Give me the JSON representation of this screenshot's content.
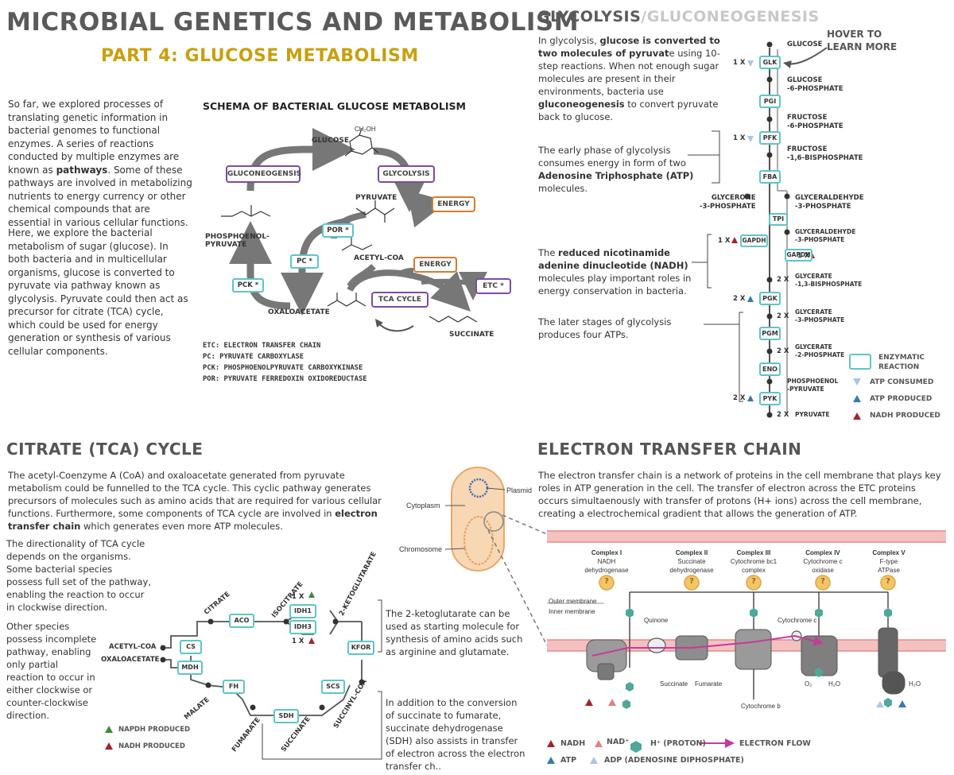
{
  "header": {
    "title": "MICROBIAL GENETICS AND METABOLISM",
    "subtitle": "PART 4: GLUCOSE METABOLISM"
  },
  "intro": {
    "p1_a": "So far, we explored processes of translating genetic information in bacterial genomes to functional enzymes. A series of reactions conducted by multiple enzymes are known as ",
    "p1_b": "pathways",
    "p1_c": ". Some of these pathways are involved in metabolizing nutrients to energy currency or other chemical compounds that are essential in various cellular functions.",
    "p2": "Here, we explore the bacterial metabolism of sugar (glucose). In both bacteria and in multicellular organisms, glucose is converted to pyruvate via pathway known as glycolysis. Pyruvate could then act as precursor for citrate (TCA) cycle, which could be used for energy generation or synthesis of various cellular components."
  },
  "schema": {
    "title": "SCHEMA OF BACTERIAL GLUCOSE METABOLISM",
    "glucose": "GLUCOSE",
    "pyruvate": "PYRUVATE",
    "acetyl": "ACETYL-COA",
    "pep": "PHOSPHOENOL-\nPYRUVATE",
    "oxalo": "OXALOACETATE",
    "succinate": "SUCCINATE",
    "gluconeo_box": "GLUCONEOGENSIS",
    "glycolysis_box": "GLYCOLYSIS",
    "energy1": "ENERGY",
    "energy2": "ENERGY",
    "etc": "ETC *",
    "tca": "TCA CYCLE",
    "por": "POR *",
    "pc": "PC *",
    "pck": "PCK *",
    "legend": [
      "ETC: ELECTRON TRANSFER CHAIN",
      "PC: PYRUVATE CARBOXYLASE",
      "PCK: PHOSPHOENOLPYRUVATE CARBOXYKINASE",
      "POR: PYRUVATE FERREDOXIN OXIDOREDUCTASE"
    ]
  },
  "glyco": {
    "title_a": "GLYCOLYSIS",
    "title_b": "/GLUCONEOGENESIS",
    "text1_a": "In glycolysis, ",
    "text1_b": "glucose is converted to two molecules of pyruvat",
    "text1_c": "e using 10-step reactions. When not enough sugar molecules are present in their environments, bacteria use ",
    "text1_d": "gluconeogenesis",
    "text1_e": " to convert pyruvate back to glucose.",
    "text2_a": "The early phase of glycolysis consumes energy in form of two ",
    "text2_b": "Adenosine Triphosphate (ATP)",
    "text2_c": " molecules.",
    "text3_a": "The ",
    "text3_b": "reduced nicotinamide adenine dinucleotide (NADH)",
    "text3_c": " molecules play important roles in energy conservation in bacteria.",
    "text4": "The later stages of glycolysis produces four ATPs.",
    "hover": "HOVER TO\nLEARN MORE",
    "enzymes": [
      "GLK",
      "PGI",
      "PFK",
      "FBA",
      "TPI",
      "GAPDH",
      "GAPDH",
      "PGK",
      "PGM",
      "ENO",
      "PYK"
    ],
    "metabolites": {
      "glucose": "GLUCOSE",
      "g6p": "GLUCOSE\n-6-PHOSPHATE",
      "f6p": "FRUCTOSE\n-6-PHOSPHATE",
      "f16": "FRUCTOSE\n-1,6-BISPHOSPHATE",
      "dhap": "GLYCERONE\n-3-PHOSPHATE",
      "gap": "GLYCERALDEHYDE\n-3-PHOSPHATE",
      "gap2": "GLYCERALDEHYDE\n-3-PHOSPHATE",
      "bpg": "GLYCERATE\n-1,3-BISPHOSPHATE",
      "g3p": "GLYCERATE\n-3-PHOSPHATE",
      "g2p": "GLYCERATE\n-2-PHOSPHATE",
      "pep": "PHOSPHOENOL\n-PYRUVATE",
      "pyr": "PYRUVATE"
    },
    "mult": {
      "one": "1 X",
      "two": "2 X"
    },
    "legend": {
      "enz": "ENZYMATIC\nREACTION",
      "consumed": "ATP CONSUMED",
      "produced": "ATP PRODUCED",
      "nadh": "NADH PRODUCED"
    }
  },
  "tca": {
    "title": "CITRATE (TCA) CYCLE",
    "p1_a": "The acetyl-Coenzyme A (CoA) and oxaloacetate generated from pyruvate metabolism could be funnelled to the TCA cycle. This cyclic pathway generates precursors of molecules such as amino acids that are required for various cellular functions. Furthermore, some components of TCA cycle are involved in ",
    "p1_b": "electron transfer chain",
    "p1_c": " which generates even more ATP molecules.",
    "p2": "The directionality of TCA cycle depends on the organisms. Some bacterial species possess full set of the pathway, enabling the reaction to occur in clockwise direction.",
    "p3": "Other species possess incomplete pathway, enabling only partial reaction to occur in either clockwise or counter-clockwise direction.",
    "note1": "The 2-ketoglutarate can be used as starting molecule for synthesis of amino acids such as arginine and glutamate.",
    "note2": "In addition to the conversion of succinate to fumarate, succinate dehydrogenase (SDH) also assists in transfer of electron across the electron transfer ch..",
    "enzymes": {
      "cs": "CS",
      "aco": "ACO",
      "idh1": "IDH1",
      "idh3": "IDH3",
      "kfor": "KFOR",
      "scs": "SCS",
      "sdh": "SDH",
      "fh": "FH",
      "mdh": "MDH"
    },
    "mets": {
      "acetyl": "ACETYL-COA",
      "oxalo": "OXALOACETATE",
      "citrate": "CITRATE",
      "isocitrate": "ISOCITRATE",
      "keto": "2-KETOGLUTARATE",
      "succoa": "SUCCINYL-COA",
      "succinate": "SUCCINATE",
      "fumarate": "FUMARATE",
      "malate": "MALATE"
    },
    "mult": "1 X",
    "legend": {
      "napdh": "NAPDH PRODUCED",
      "nadh": "NADH PRODUCED"
    },
    "cell": {
      "plasmid": "Plasmid",
      "cytoplasm": "Cytoplasm",
      "chromosome": "Chromosome"
    }
  },
  "etc": {
    "title": "ELECTRON TRANSFER CHAIN",
    "text": "The electron transfer chain is a network of proteins in the cell membrane that plays key roles in ATP generation in the cell. The transfer of electron across the ETC proteins occurs simultaenously with transfer of protons (H+ ions) across the cell membrane, creating a electrochemical gradient that allows the generation of ATP.",
    "complexes": [
      {
        "name": "Complex I",
        "desc": "NADH\ndehydrogenase"
      },
      {
        "name": "Complex II",
        "desc": "Succinate\ndehydrogenase"
      },
      {
        "name": "Complex III",
        "desc": "Cytochrome bc1\ncomplex"
      },
      {
        "name": "Complex IV",
        "desc": "Cytochrome c\noxidase"
      },
      {
        "name": "Complex V",
        "desc": "F-type\nATPase"
      }
    ],
    "q": "?",
    "outer": "Outer membrane",
    "inner": "Inner membrane",
    "quinone": "Quinone",
    "cytc": "Cytochrome c",
    "cytb": "Cytochrome b",
    "succinate": "Succinate",
    "fumarate": "Fumarate",
    "o2": "O₂",
    "h2o": "H₂O",
    "h2o2": "H₂O",
    "legend": {
      "nadh": "NADH",
      "nad": "NAD⁺",
      "proton": "H⁺ (PROTON)",
      "flow": "ELECTRON FLOW",
      "atp": "ATP",
      "adp": "ADP (ADENOSINE DIPHOSPHATE)"
    }
  },
  "colors": {
    "teal": "#5cc6c6",
    "purple": "#7d4aa6",
    "orange": "#d97a2b",
    "gold": "#c9a00c",
    "nadh": "#a3242a",
    "atp": "#3a77b5",
    "consumed": "#a8c4e8",
    "magenta": "#c8399a"
  }
}
